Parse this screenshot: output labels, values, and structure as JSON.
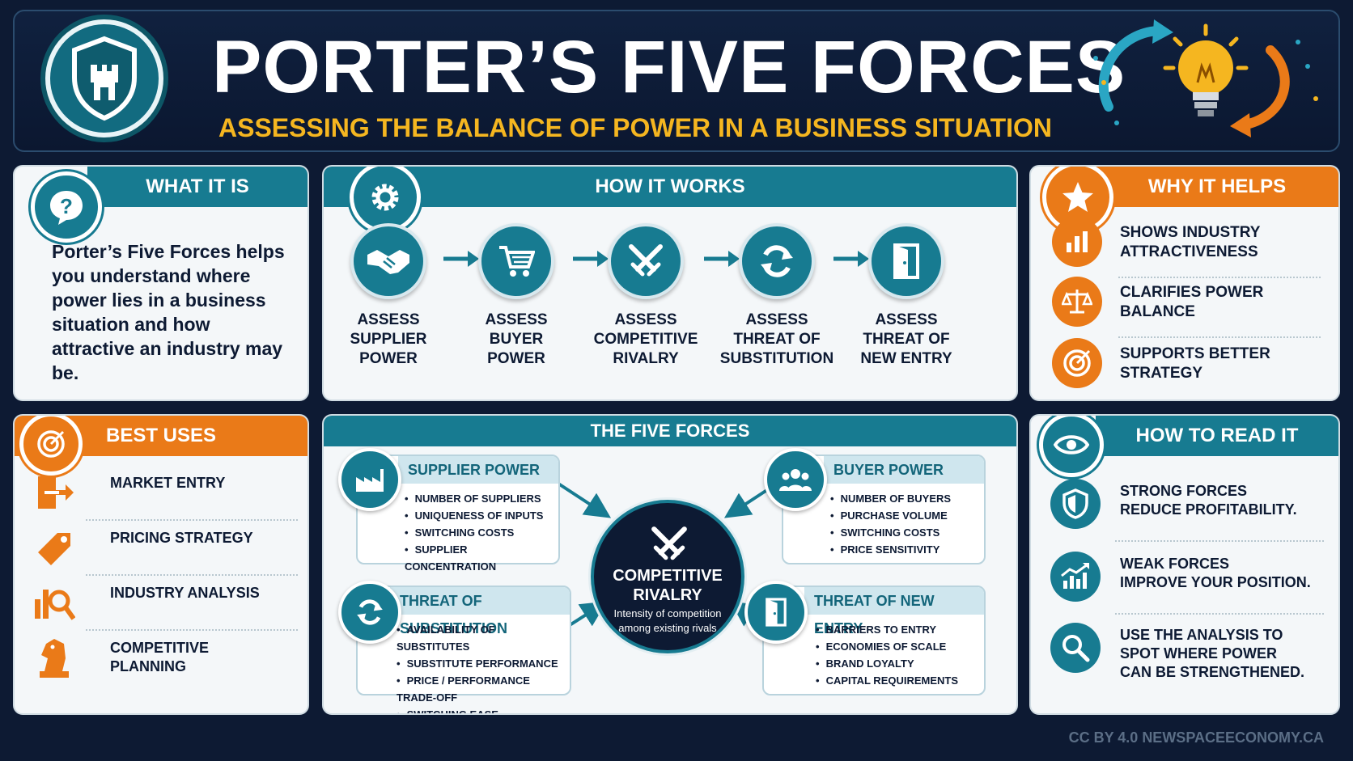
{
  "header": {
    "title": "PORTER’S FIVE FORCES",
    "subtitle": "ASSESSING THE BALANCE OF POWER IN A BUSINESS SITUATION"
  },
  "what_it_is": {
    "heading": "WHAT IT IS",
    "text": "Porter’s Five Forces helps you understand where power lies in a business situation and how attractive an industry may be.",
    "icon": "question-icon"
  },
  "how_it_works": {
    "heading": "HOW IT WORKS",
    "icon": "gear-icon",
    "steps": [
      {
        "label": "ASSESS\nSUPPLIER\nPOWER",
        "icon": "handshake-icon"
      },
      {
        "label": "ASSESS\nBUYER\nPOWER",
        "icon": "cart-icon"
      },
      {
        "label": "ASSESS\nCOMPETITIVE\nRIVALRY",
        "icon": "crossed-swords-icon"
      },
      {
        "label": "ASSESS\nTHREAT OF\nSUBSTITUTION",
        "icon": "refresh-icon"
      },
      {
        "label": "ASSESS\nTHREAT OF\nNEW ENTRY",
        "icon": "door-icon"
      }
    ]
  },
  "why_it_helps": {
    "heading": "WHY IT HELPS",
    "icon": "star-icon",
    "items": [
      {
        "label": "SHOWS INDUSTRY\nATTRACTIVENESS",
        "icon": "bar-chart-icon"
      },
      {
        "label": "CLARIFIES POWER\nBALANCE",
        "icon": "scales-icon"
      },
      {
        "label": "SUPPORTS BETTER\nSTRATEGY",
        "icon": "target-icon"
      }
    ]
  },
  "best_uses": {
    "heading": "BEST USES",
    "icon": "target-icon",
    "items": [
      {
        "label": "MARKET ENTRY",
        "icon": "enter-icon"
      },
      {
        "label": "PRICING STRATEGY",
        "icon": "price-tag-icon"
      },
      {
        "label": "INDUSTRY ANALYSIS",
        "icon": "analysis-icon"
      },
      {
        "label": "COMPETITIVE\nPLANNING",
        "icon": "chess-knight-icon"
      }
    ]
  },
  "five_forces": {
    "heading": "THE FIVE FORCES",
    "center": {
      "title": "COMPETITIVE\nRIVALRY",
      "text": "Intensity of competition among existing rivals"
    },
    "supplier": {
      "title": "SUPPLIER POWER",
      "items": [
        "NUMBER OF SUPPLIERS",
        "UNIQUENESS OF INPUTS",
        "SWITCHING COSTS",
        "SUPPLIER CONCENTRATION"
      ]
    },
    "buyer": {
      "title": "BUYER POWER",
      "items": [
        "NUMBER OF BUYERS",
        "PURCHASE VOLUME",
        "SWITCHING COSTS",
        "PRICE SENSITIVITY"
      ]
    },
    "substitution": {
      "title": "THREAT OF SUBSTITUTION",
      "items": [
        "AVAILABILITY OF SUBSTITUTES",
        "SUBSTITUTE PERFORMANCE",
        "PRICE / PERFORMANCE TRADE-OFF",
        "SWITCHING EASE"
      ]
    },
    "new_entry": {
      "title": "THREAT OF NEW ENTRY",
      "items": [
        "BARRIERS TO ENTRY",
        "ECONOMIES OF SCALE",
        "BRAND LOYALTY",
        "CAPITAL REQUIREMENTS"
      ]
    }
  },
  "how_to_read": {
    "heading": "HOW TO READ IT",
    "icon": "eye-icon",
    "items": [
      {
        "label": "STRONG FORCES\nREDUCE PROFITABILITY.",
        "icon": "shield-icon"
      },
      {
        "label": "WEAK FORCES\nIMPROVE YOUR POSITION.",
        "icon": "growth-chart-icon"
      },
      {
        "label": "USE THE ANALYSIS TO\nSPOT WHERE POWER\nCAN BE STRENGTHENED.",
        "icon": "magnifier-icon"
      }
    ]
  },
  "credit": "CC BY 4.0 NEWSPACEECONOMY.CA",
  "colors": {
    "teal": "#177b91",
    "orange": "#ea7a18",
    "navy": "#0d1a33",
    "gold": "#f5b620"
  }
}
